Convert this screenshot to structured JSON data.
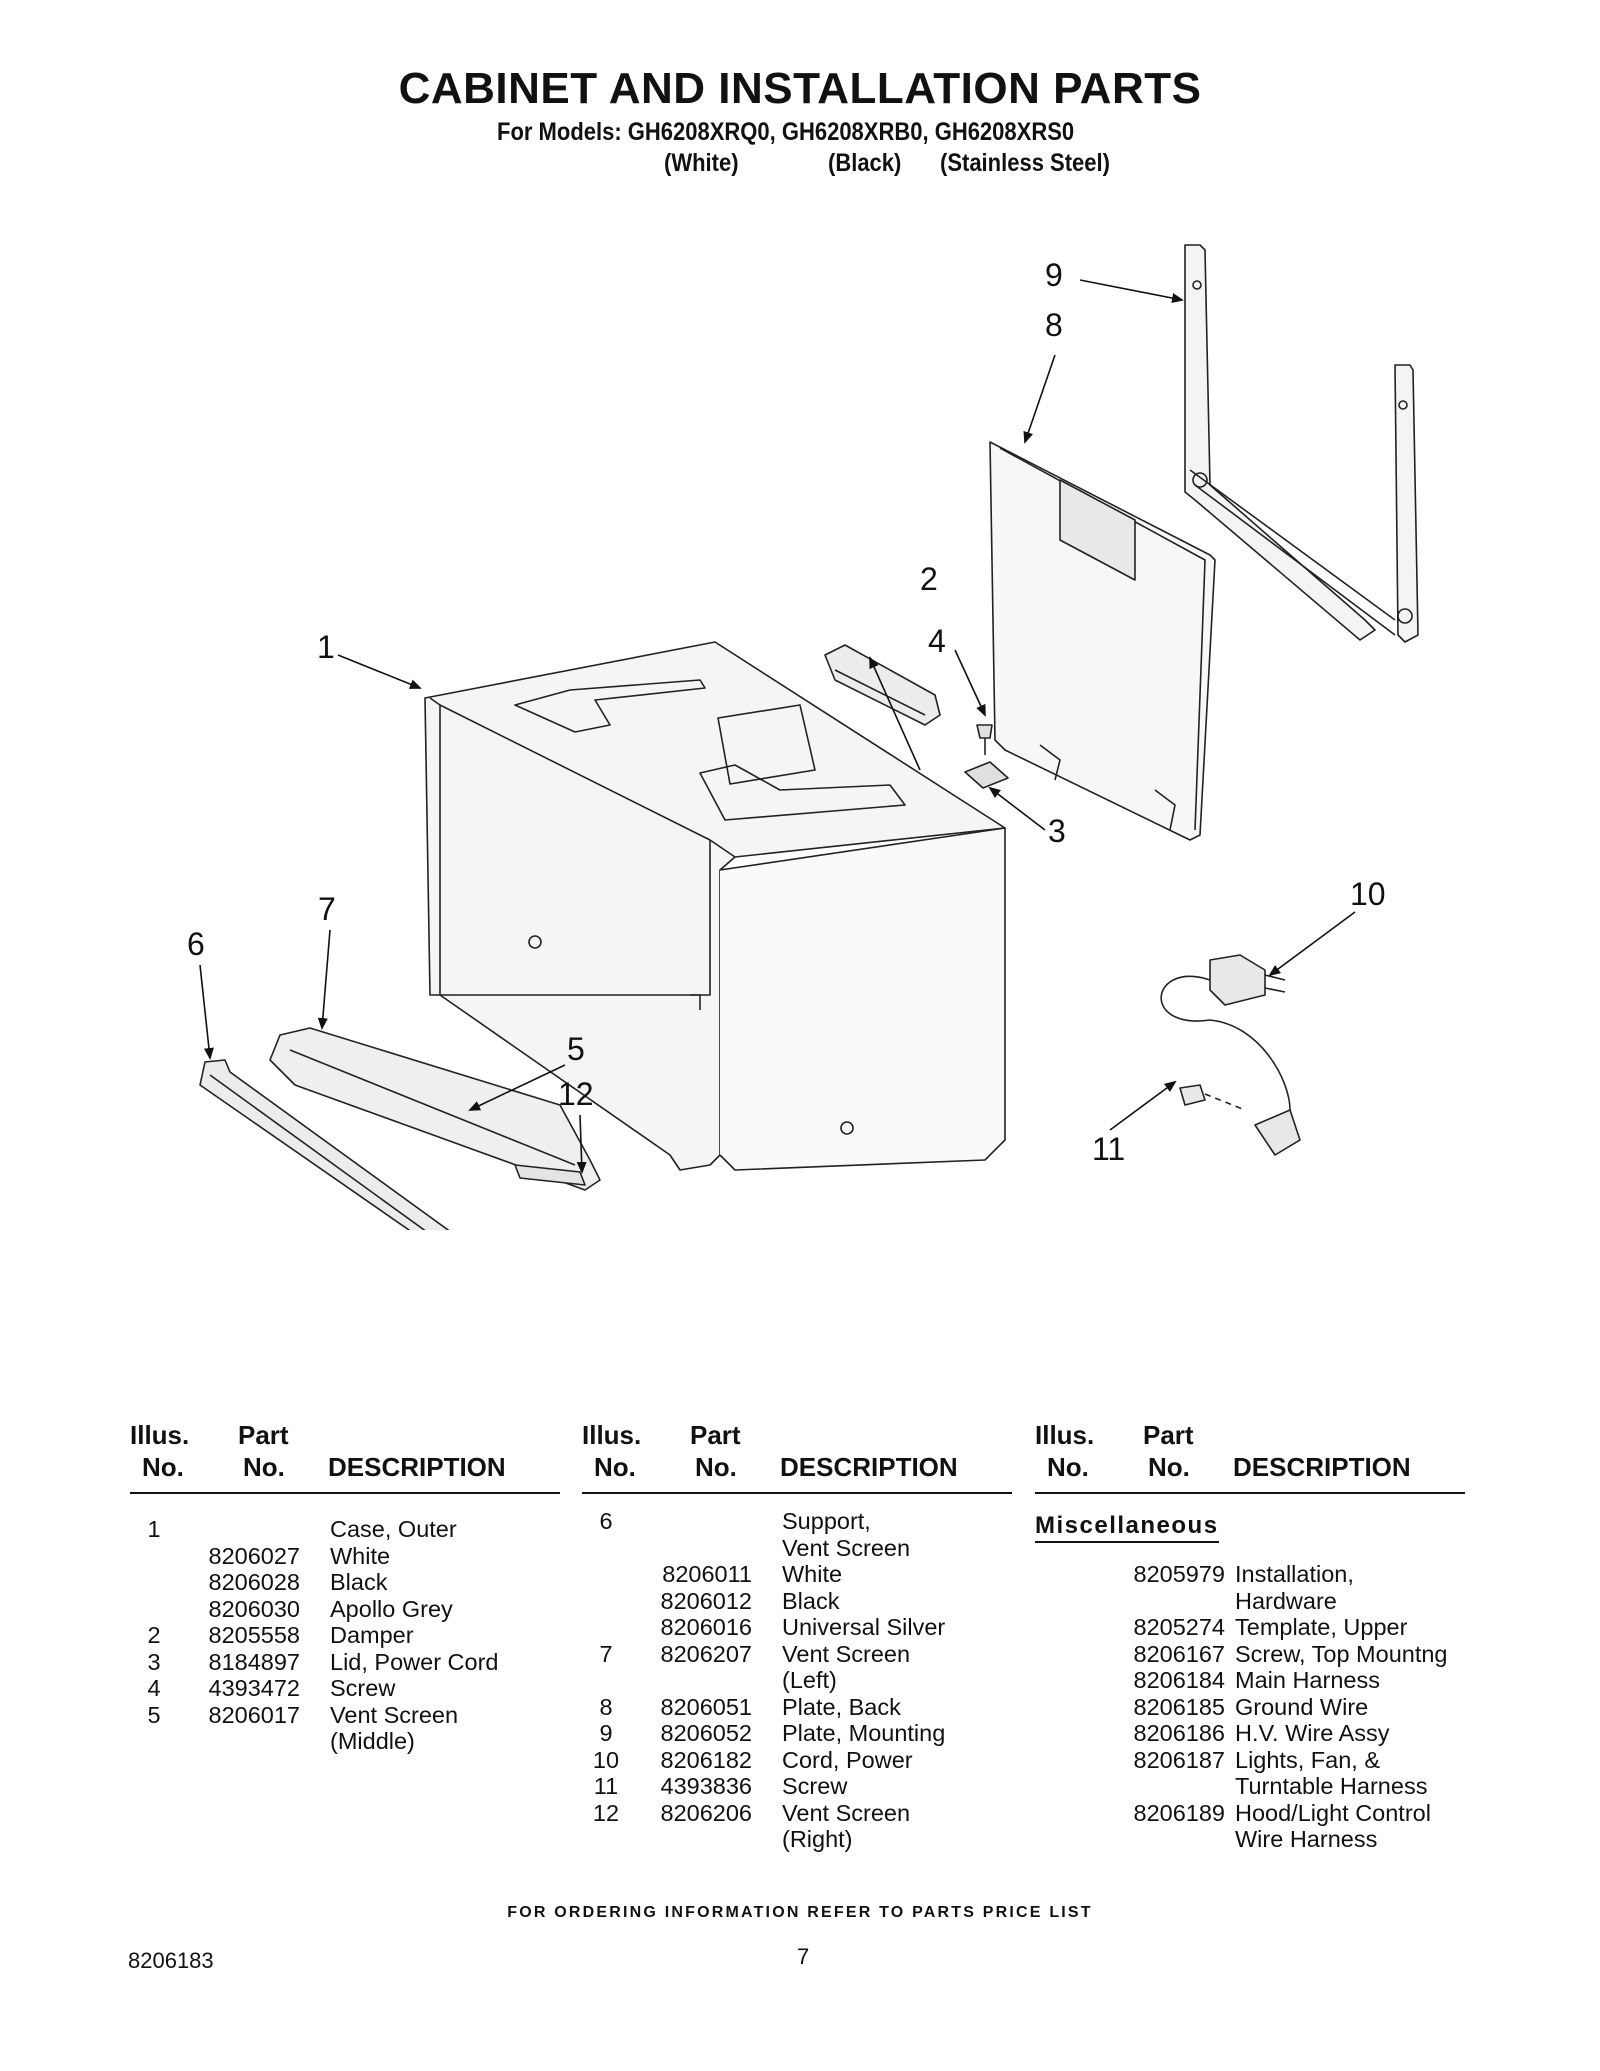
{
  "header": {
    "title": "CABINET AND INSTALLATION PARTS",
    "models_line": "For Models: GH6208XRQ0, GH6208XRB0, GH6208XRS0",
    "variants": [
      "(White)",
      "(Black)",
      "(Stainless Steel)"
    ]
  },
  "diagram": {
    "callouts": [
      "1",
      "2",
      "3",
      "4",
      "5",
      "6",
      "7",
      "8",
      "9",
      "10",
      "11",
      "12"
    ]
  },
  "table": {
    "headers": {
      "illus_top": "Illus.",
      "illus_bottom": "No.",
      "part_top": "Part",
      "part_bottom": "No.",
      "description": "DESCRIPTION"
    },
    "columns": [
      {
        "rows": [
          {
            "illus": "1",
            "part": "",
            "desc": "Case, Outer"
          },
          {
            "illus": "",
            "part": "8206027",
            "desc": "White"
          },
          {
            "illus": "",
            "part": "8206028",
            "desc": "Black"
          },
          {
            "illus": "",
            "part": "8206030",
            "desc": "Apollo Grey"
          },
          {
            "illus": "2",
            "part": "8205558",
            "desc": "Damper"
          },
          {
            "illus": "3",
            "part": "8184897",
            "desc": "Lid, Power Cord"
          },
          {
            "illus": "4",
            "part": "4393472",
            "desc": "Screw"
          },
          {
            "illus": "5",
            "part": "8206017",
            "desc": "Vent Screen"
          },
          {
            "illus": "",
            "part": "",
            "desc": "(Middle)"
          }
        ]
      },
      {
        "rows": [
          {
            "illus": "6",
            "part": "",
            "desc": "Support,"
          },
          {
            "illus": "",
            "part": "",
            "desc": "Vent Screen"
          },
          {
            "illus": "",
            "part": "8206011",
            "desc": "White"
          },
          {
            "illus": "",
            "part": "8206012",
            "desc": "Black"
          },
          {
            "illus": "",
            "part": "8206016",
            "desc": "Universal Silver"
          },
          {
            "illus": "7",
            "part": "8206207",
            "desc": "Vent Screen"
          },
          {
            "illus": "",
            "part": "",
            "desc": "(Left)"
          },
          {
            "illus": "8",
            "part": "8206051",
            "desc": "Plate, Back"
          },
          {
            "illus": "9",
            "part": "8206052",
            "desc": "Plate, Mounting"
          },
          {
            "illus": "10",
            "part": "8206182",
            "desc": "Cord, Power"
          },
          {
            "illus": "11",
            "part": "4393836",
            "desc": "Screw"
          },
          {
            "illus": "12",
            "part": "8206206",
            "desc": "Vent Screen"
          },
          {
            "illus": "",
            "part": "",
            "desc": "(Right)"
          }
        ]
      },
      {
        "section": "Miscellaneous",
        "rows": [
          {
            "illus": "",
            "part": "8205979",
            "desc": "Installation,"
          },
          {
            "illus": "",
            "part": "",
            "desc": "Hardware"
          },
          {
            "illus": "",
            "part": "8205274",
            "desc": "Template, Upper"
          },
          {
            "illus": "",
            "part": "8206167",
            "desc": "Screw, Top Mountng"
          },
          {
            "illus": "",
            "part": "8206184",
            "desc": "Main Harness"
          },
          {
            "illus": "",
            "part": "8206185",
            "desc": "Ground Wire"
          },
          {
            "illus": "",
            "part": "8206186",
            "desc": "H.V. Wire Assy"
          },
          {
            "illus": "",
            "part": "8206187",
            "desc": "Lights, Fan, &"
          },
          {
            "illus": "",
            "part": "",
            "desc": "Turntable Harness"
          },
          {
            "illus": "",
            "part": "8206189",
            "desc": "Hood/Light Control"
          },
          {
            "illus": "",
            "part": "",
            "desc": "Wire Harness"
          }
        ]
      }
    ]
  },
  "footer": {
    "note": "FOR ORDERING INFORMATION REFER TO PARTS PRICE LIST",
    "doc_number": "8206183",
    "page_number": "7"
  }
}
